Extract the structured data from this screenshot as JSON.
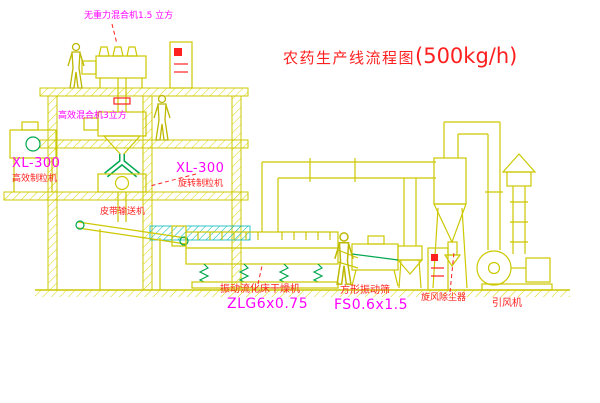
{
  "title": {
    "prefix": "农药生产线流程图",
    "capacity": "(500kg/h)"
  },
  "labels": {
    "top_mixer": "无重力混合机1.5 立方",
    "mid_mixer": "高效混合机3立方",
    "left_granulator_model": "XL-300",
    "left_granulator_name": "高效制粒机",
    "rotary_granulator_model": "XL-300",
    "rotary_granulator_name": "旋转制粒机",
    "belt_conveyor": "皮带输送机",
    "dryer_name": "振动流化床干燥机",
    "dryer_model": "ZLG6x0.75",
    "sieve_name": "方形振动筛",
    "sieve_model": "FS0.6x1.5",
    "cyclone_name": "旋风除尘器",
    "fan_name": "引风机"
  },
  "colors": {
    "background": "#ffffff",
    "drawing_line": "#ccc800",
    "accent_green": "#00a84f",
    "hatch_cyan": "#00b6b6",
    "label_red": "#ff1f1f",
    "label_magenta": "#ff00ff"
  }
}
